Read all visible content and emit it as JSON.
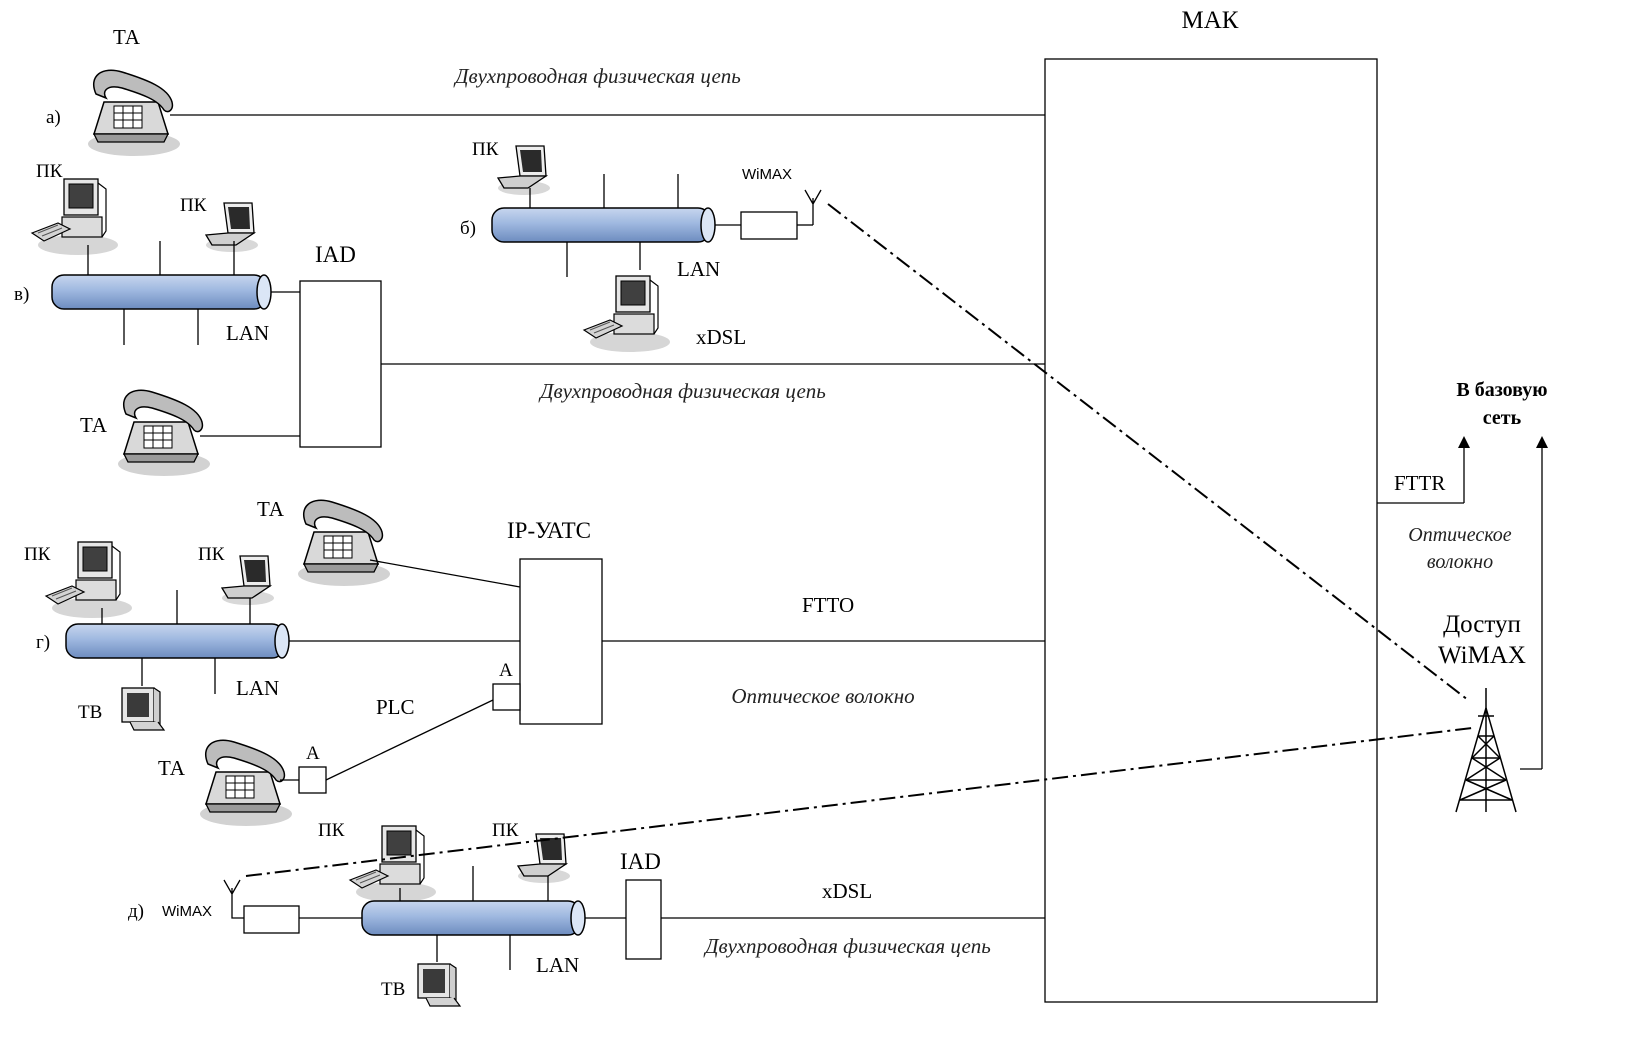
{
  "labels": {
    "mak": "МАК",
    "ta": "ТА",
    "pk": "ПК",
    "tv": "ТВ",
    "lan": "LAN",
    "iad": "IAD",
    "ip_uats": "IP-УАТС",
    "wimax": "WiMAX",
    "xdsl": "xDSL",
    "ftto": "FTTO",
    "fttr": "FTTR",
    "plc": "PLC",
    "adapter": "А",
    "two_wire": "Двухпроводная физическая цепь",
    "optical_fiber": "Оптическое волокно",
    "optical": "Оптическое",
    "fiber": "волокно",
    "core_line1": "В базовую",
    "core_line2": "сеть",
    "access_line1": "Доступ",
    "access_line2": "WiMAX"
  },
  "scenarios": {
    "a": "а)",
    "b": "б)",
    "v": "в)",
    "g": "г)",
    "d": "д)"
  }
}
